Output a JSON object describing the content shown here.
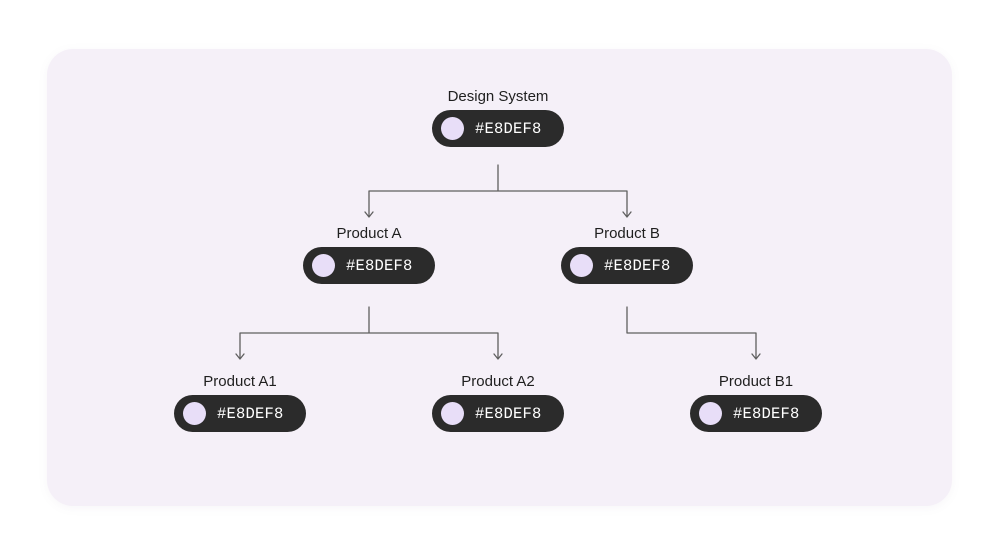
{
  "nodes": {
    "root": {
      "label": "Design System",
      "swatch_value": "#E8DEF8",
      "swatch_color": "#E8DEF8"
    },
    "product_a": {
      "label": "Product A",
      "swatch_value": "#E8DEF8",
      "swatch_color": "#E8DEF8"
    },
    "product_b": {
      "label": "Product B",
      "swatch_value": "#E8DEF8",
      "swatch_color": "#E8DEF8"
    },
    "product_a1": {
      "label": "Product A1",
      "swatch_value": "#E8DEF8",
      "swatch_color": "#E8DEF8"
    },
    "product_a2": {
      "label": "Product A2",
      "swatch_value": "#E8DEF8",
      "swatch_color": "#E8DEF8"
    },
    "product_b1": {
      "label": "Product B1",
      "swatch_value": "#E8DEF8",
      "swatch_color": "#E8DEF8"
    }
  },
  "edges": [
    {
      "from": "root",
      "to": "product_a"
    },
    {
      "from": "root",
      "to": "product_b"
    },
    {
      "from": "product_a",
      "to": "product_a1"
    },
    {
      "from": "product_a",
      "to": "product_a2"
    },
    {
      "from": "product_b",
      "to": "product_b1"
    }
  ],
  "colors": {
    "panel_background": "#F5F0F8",
    "pill_background": "#2B2B2B",
    "connector": "#5F5F5F"
  }
}
